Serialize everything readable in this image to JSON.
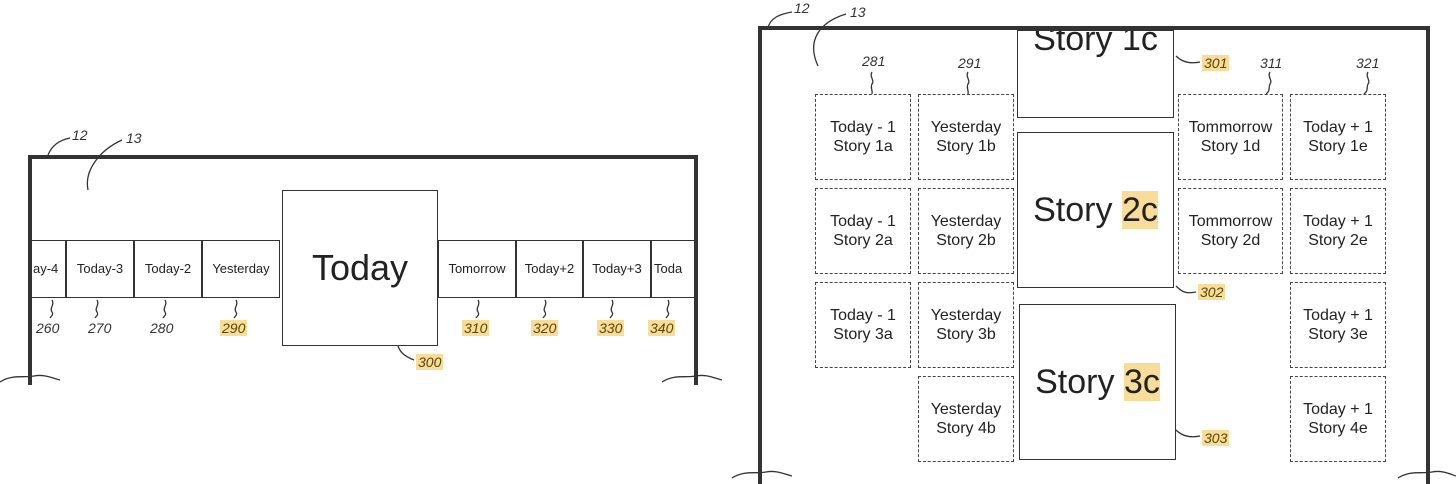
{
  "left_figure": {
    "refs": {
      "frame_outer": "12",
      "frame_inner": "13",
      "today_box": "300",
      "cells": [
        "260",
        "270",
        "280",
        "290",
        "310",
        "320",
        "330",
        "340"
      ]
    },
    "today_label": "Today",
    "strip_cells": [
      "ay-4",
      "Today-3",
      "Today-2",
      "Yesterday",
      "Tomorrow",
      "Today+2",
      "Today+3",
      "Toda"
    ]
  },
  "right_figure": {
    "refs": {
      "frame_outer": "12",
      "frame_inner": "13",
      "story_1c": "301",
      "story_2c": "302",
      "story_3c": "303",
      "columns": [
        "281",
        "291",
        "311",
        "321"
      ]
    },
    "center_stories": [
      {
        "prefix": "Story 1c",
        "suffix": ""
      },
      {
        "prefix": "Story ",
        "suffix": "2c"
      },
      {
        "prefix": "Story ",
        "suffix": "3c"
      }
    ],
    "col_a": [
      {
        "line1": "Today - 1",
        "line2": "Story 1a"
      },
      {
        "line1": "Today - 1",
        "line2": "Story 2a"
      },
      {
        "line1": "Today - 1",
        "line2": "Story 3a"
      }
    ],
    "col_b": [
      {
        "line1": "Yesterday",
        "line2": "Story 1b"
      },
      {
        "line1": "Yesterday",
        "line2": "Story 2b"
      },
      {
        "line1": "Yesterday",
        "line2": "Story 3b"
      },
      {
        "line1": "Yesterday",
        "line2": "Story 4b"
      }
    ],
    "col_d": [
      {
        "line1": "Tommorrow",
        "line2": "Story 1d"
      },
      {
        "line1": "Tommorrow",
        "line2": "Story 2d"
      }
    ],
    "col_e": [
      {
        "line1": "Today + 1",
        "line2": "Story 1e"
      },
      {
        "line1": "Today + 1",
        "line2": "Story 2e"
      },
      {
        "line1": "Today + 1",
        "line2": "Story 3e"
      },
      {
        "line1": "Today + 1",
        "line2": "Story 4e"
      }
    ]
  }
}
